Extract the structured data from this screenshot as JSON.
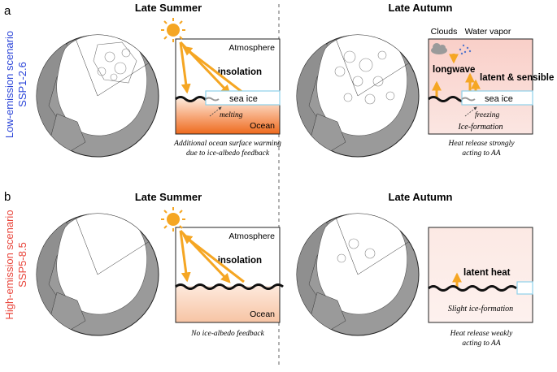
{
  "panels": {
    "a": {
      "letter": "a",
      "scenario_line1": "Low-emission scenario",
      "scenario_line2": "SSP1-2.6",
      "scenario_color": "#2b45d8",
      "summer": {
        "title": "Late Summer",
        "atmosphere": "Atmosphere",
        "insolation": "insolation",
        "sea_ice": "sea ice",
        "melting": "melting",
        "ocean": "Ocean",
        "caption_line1": "Additional ocean surface warming",
        "caption_line2": "due to ice-albedo feedback"
      },
      "autumn": {
        "title": "Late Autumn",
        "clouds": "Clouds",
        "water_vapor": "Water vapor",
        "longwave": "longwave",
        "latent_sensible": "latent & sensible heat",
        "sea_ice": "sea ice",
        "freezing": "freezing",
        "ice_formation": "Ice-formation",
        "caption_line1": "Heat release strongly",
        "caption_line2": "acting to AA"
      }
    },
    "b": {
      "letter": "b",
      "scenario_line1": "High-emission scenario",
      "scenario_line2": "SSP5-8.5",
      "scenario_color": "#e8443a",
      "summer": {
        "title": "Late Summer",
        "atmosphere": "Atmosphere",
        "insolation": "insolation",
        "ocean": "Ocean",
        "caption_line1": "No ice-albedo feedback"
      },
      "autumn": {
        "title": "Late Autumn",
        "latent": "latent heat",
        "slight_ice": "Slight ice-formation",
        "caption_line1": "Heat release weakly",
        "caption_line2": "acting to AA"
      }
    }
  },
  "colors": {
    "arrow": "#f5a623",
    "ocean_warm": "#f07a2c",
    "ocean_pale": "#fbe3d2",
    "autumn_pink": "#f7c8c0",
    "ice_box": "#8ed0ea",
    "globe_land": "#9a9a9a"
  },
  "icons": [
    "sun-icon",
    "cloud-icon",
    "water-vapor-icon"
  ]
}
